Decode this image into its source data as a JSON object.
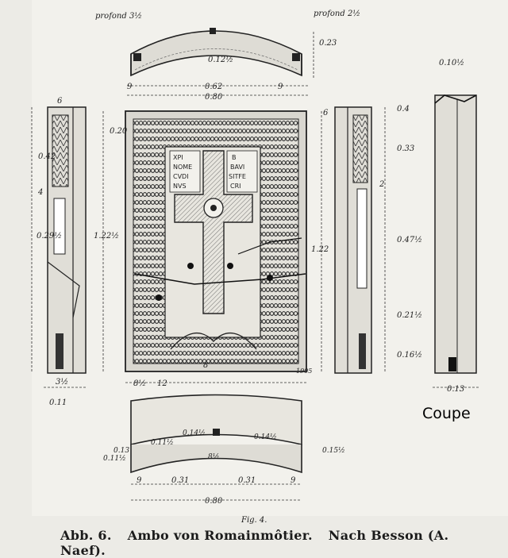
{
  "figure": {
    "number": "Fig. 4."
  },
  "caption": {
    "label": "Abb. 6.",
    "title": "Ambo von Romainmôtier.",
    "source": "Nach Besson (A. Naef)."
  },
  "inscription": [
    "XPI",
    "NOME",
    "CVDI",
    "NVS",
    "B",
    "BAVI",
    "SITFE",
    "CRI"
  ],
  "annotations": {
    "coupe": "Coupe",
    "year": "1905",
    "profond_left": "profond 3½",
    "profond_right": "profond 2½"
  },
  "dimensions": {
    "top_width": "0.62",
    "top_total": "0.80",
    "top_9a": "9",
    "top_9b": "9",
    "top_depth": "0.23",
    "top_12": "0.12½",
    "left_6": "6",
    "left_42": "0.42",
    "left_4": "4",
    "left_29": "0.29½",
    "left_3": "3½",
    "left_11": "0.11",
    "main_20": "0.20",
    "main_122": "1.22½",
    "main_right_122": "1.22",
    "main_8": "8",
    "main_8b": "8½",
    "main_12": "12",
    "right_6": "6",
    "right_04": "0.4",
    "right_33": "0.33",
    "right_2": "2",
    "right_47": "0.47½",
    "right_21": "0.21½",
    "right_16": "0.16½",
    "sec_10": "0.10½",
    "sec_13": "0.13",
    "bot_13": "0.13",
    "bot_11": "0.11½",
    "bot_14a": "0.14½",
    "bot_11b": "0.11½",
    "bot_14b": "0.14½",
    "bot_15": "0.15½",
    "bot_8": "8½",
    "bot_9a": "9",
    "bot_31a": "0.31",
    "bot_31b": "0.31",
    "bot_9b": "9",
    "bot_total": "0.80"
  }
}
